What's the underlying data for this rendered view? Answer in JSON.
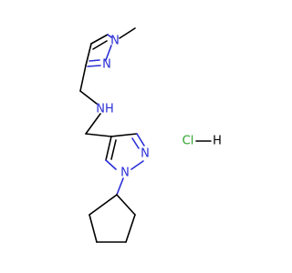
{
  "structure": {
    "atoms": {
      "n_methyl_pyrazole_n1": "N",
      "n_methyl_pyrazole_n2": "N",
      "n_amine": "NH",
      "n_cyclopentyl_pyrazole_n1": "N",
      "n_cyclopentyl_pyrazole_n2": "N",
      "salt_cl": "Cl",
      "salt_h": "H"
    },
    "colors": {
      "nitrogen": "#2a2ed6",
      "carbon_bond": "#000000",
      "chlorine": "#2ca02c"
    }
  }
}
